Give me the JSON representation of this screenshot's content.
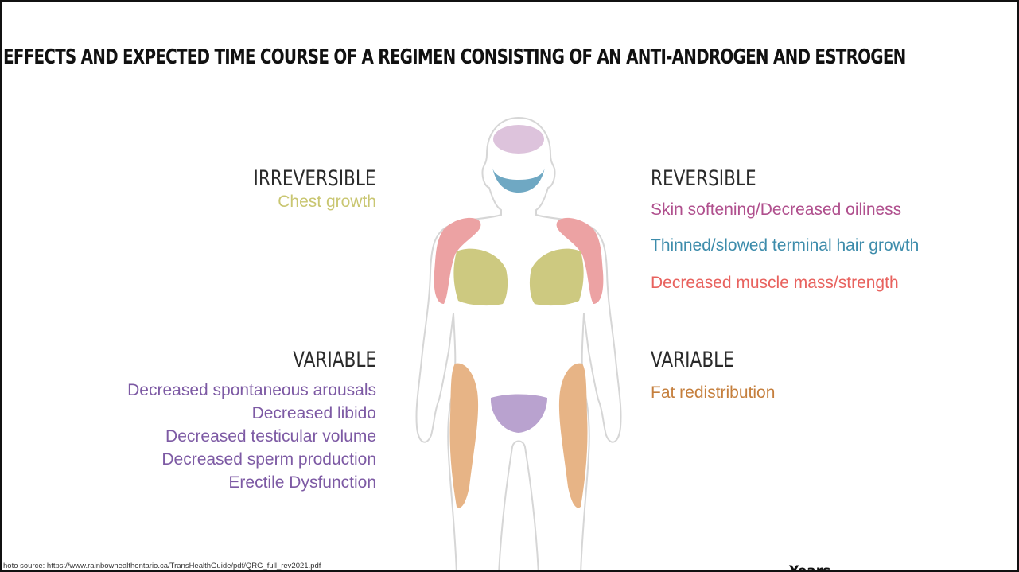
{
  "slide": {
    "title": "EFFECTS AND EXPECTED TIME COURSE OF A REGIMEN CONSISTING OF AN ANTI-ANDROGEN AND ESTROGEN",
    "source": "hoto source: https://www.rainbowhealthontario.ca/TransHealthGuide/pdf/QRG_full_rev2021.pdf",
    "years_label": "Years"
  },
  "irreversible": {
    "heading": "IRREVERSIBLE",
    "items": [
      "Chest growth"
    ]
  },
  "reversible": {
    "heading": "REVERSIBLE",
    "items": [
      "Skin softening/Decreased oiliness",
      "Thinned/slowed terminal hair growth",
      "Decreased muscle mass/strength"
    ]
  },
  "variable_left": {
    "heading": "VARIABLE",
    "items": [
      "Decreased spontaneous arousals",
      "Decreased libido",
      "Decreased testicular volume",
      "Decreased sperm production",
      "Erectile Dysfunction"
    ]
  },
  "variable_right": {
    "heading": "VARIABLE",
    "items": [
      "Fat redistribution"
    ]
  },
  "colors": {
    "chest": "#c9c671",
    "skin": "#b0508e",
    "hair": "#3d8cab",
    "muscle": "#e8625e",
    "variable_sexual": "#7d5aa4",
    "fat": "#c57f3d",
    "head_region": "#ddc3dc",
    "beard_region": "#6fa8c3",
    "shoulder_region": "#eca2a3",
    "breast_region": "#cdc980",
    "thigh_region": "#e7b486",
    "pelvis_region": "#b9a2cf",
    "outline": "#d6d6d6"
  }
}
